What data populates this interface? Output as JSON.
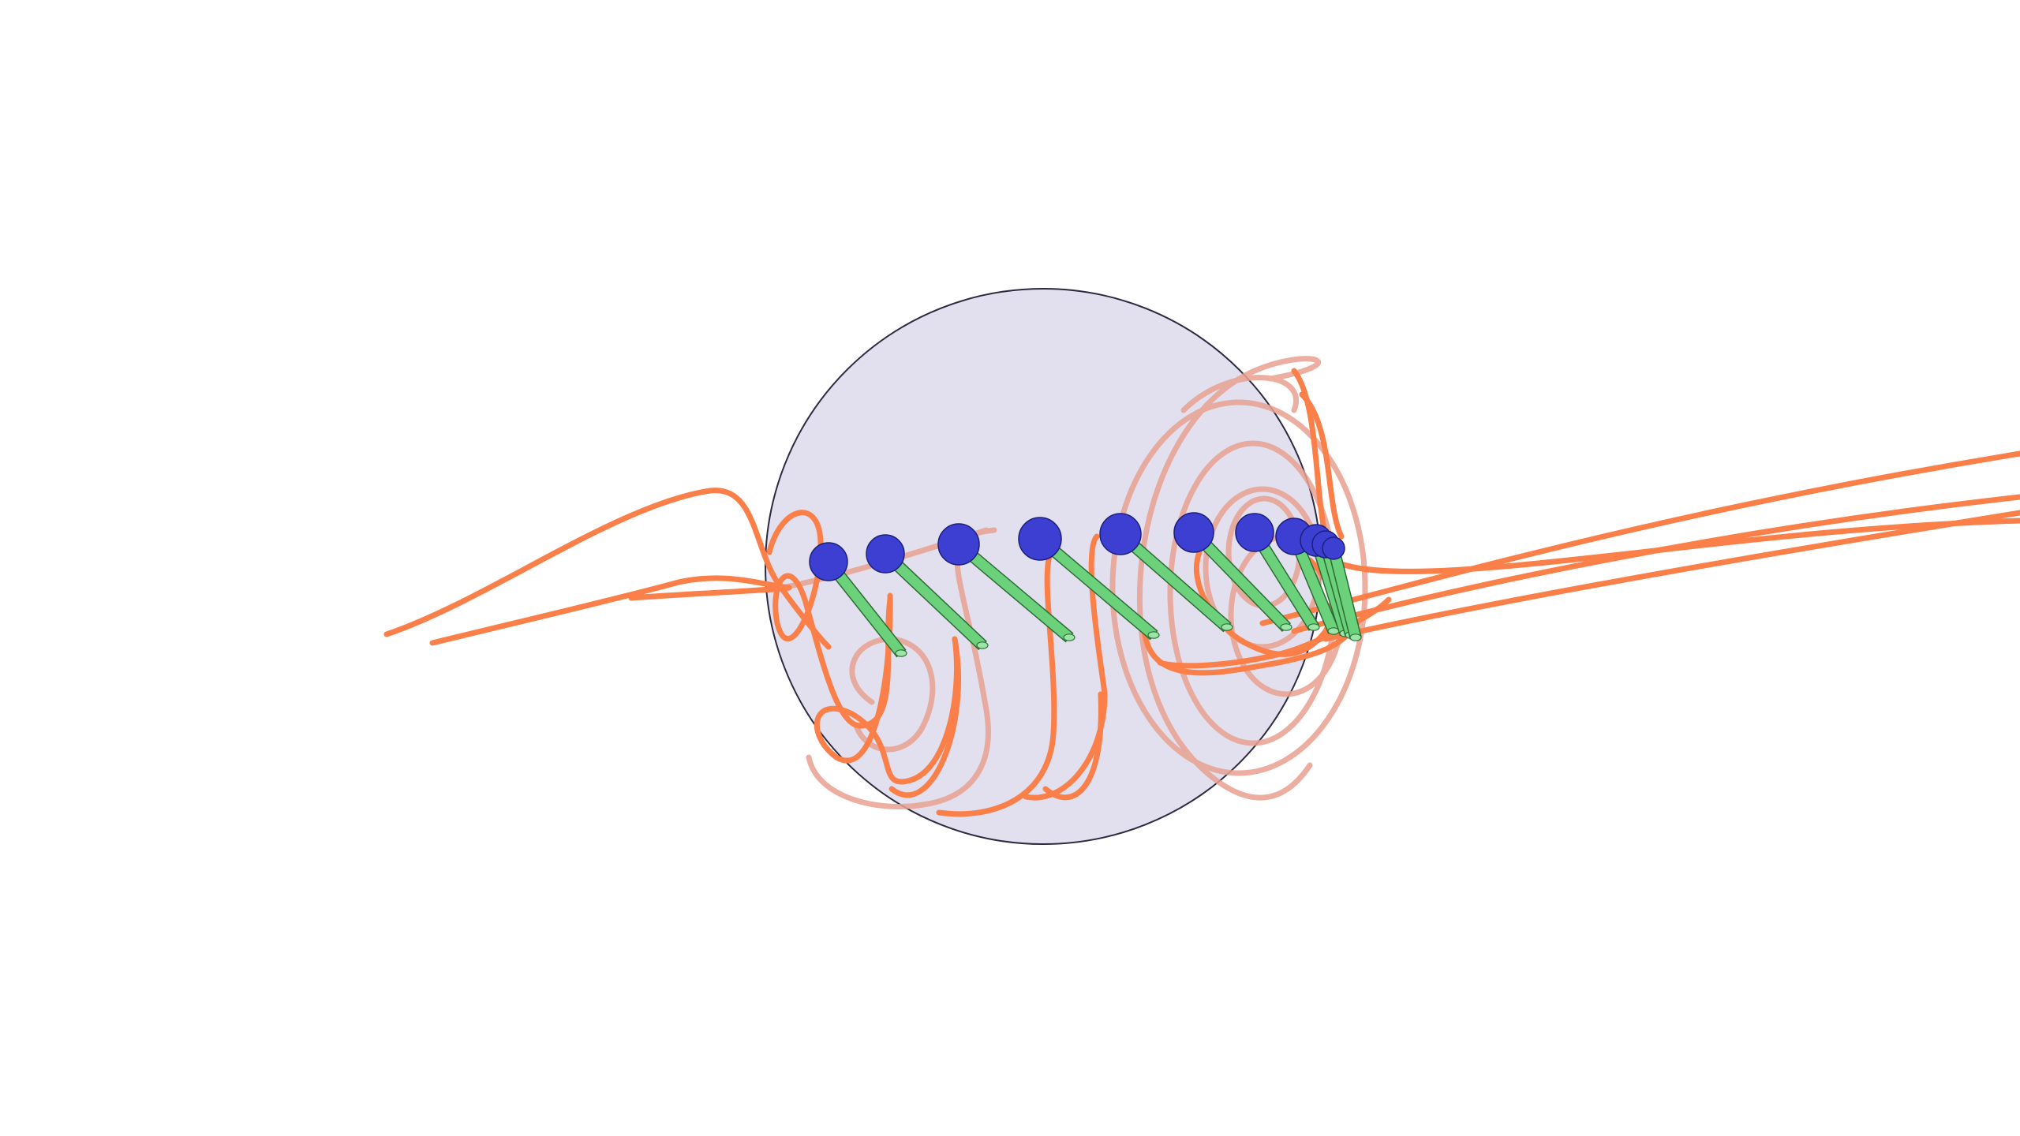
{
  "scene": {
    "description_free": true,
    "colors": {
      "background": "#ffffff",
      "sphere_fill": "#e2e0ef",
      "sphere_outline": "#2b2a3f",
      "field_line": "#fb7f48",
      "field_line_back": "#e9a191",
      "spin_ball": "#3c3fd2",
      "spin_ball_outline": "#1c1f7a",
      "spin_rod": "#6bd17a",
      "spin_rod_outline": "#2e6b36"
    },
    "spin_count": 11,
    "icons": [
      "sphere-shape",
      "spin-vector-glyph",
      "field-line-curve"
    ]
  }
}
